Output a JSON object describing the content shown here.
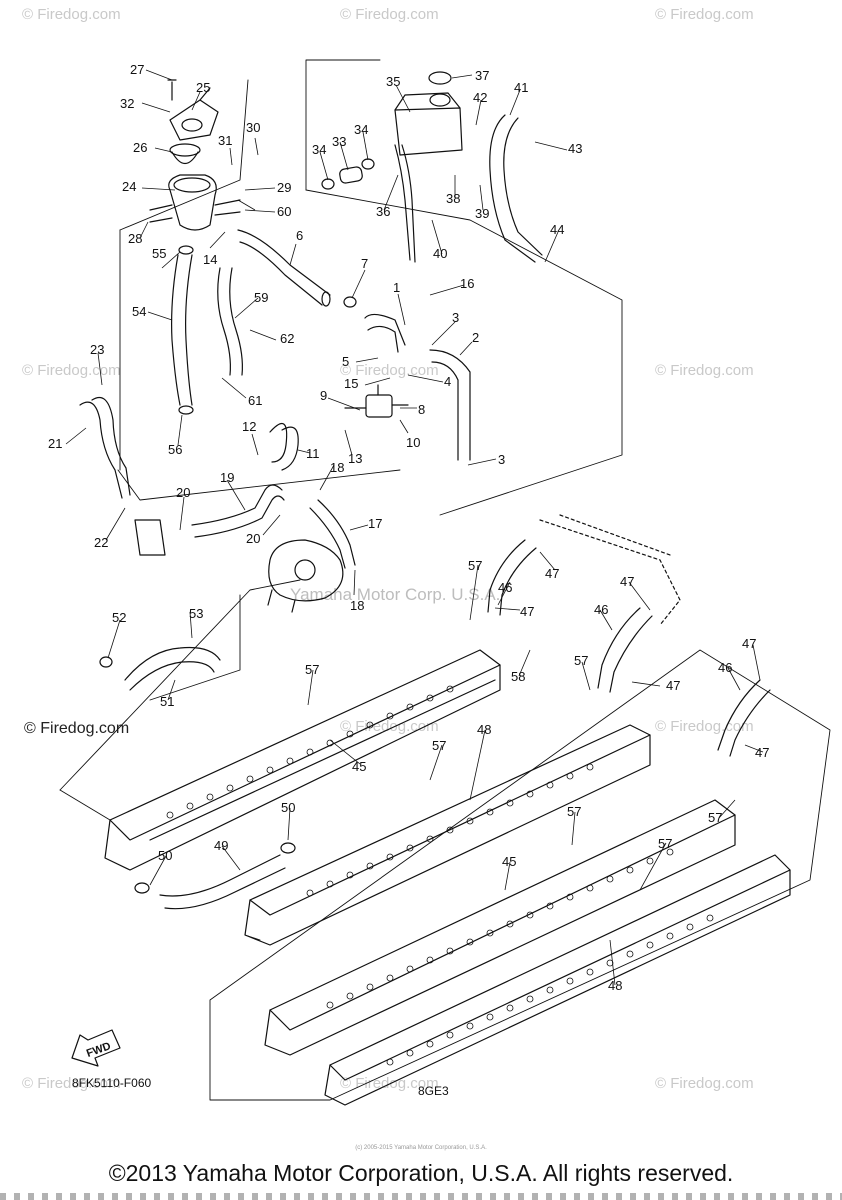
{
  "watermark_text": "© Firedog.com",
  "left_watermark": "© Firedog.com",
  "center_watermark": "Yamaha Motor Corp. U.S.A.",
  "fwd_label": "FWD",
  "diagram_code": "8FK5110-F060",
  "model_code": "8GE3",
  "tiny_print": "(c) 2005-2015 Yamaha Motor Corporation, U.S.A.",
  "copyright": "©2013 Yamaha Motor Corporation, U.S.A. All rights reserved.",
  "callouts": [
    "1",
    "2",
    "3",
    "4",
    "5",
    "6",
    "7",
    "8",
    "9",
    "10",
    "11",
    "12",
    "13",
    "14",
    "15",
    "16",
    "17",
    "18",
    "19",
    "20",
    "21",
    "22",
    "23",
    "24",
    "25",
    "26",
    "27",
    "28",
    "29",
    "30",
    "31",
    "32",
    "33",
    "34",
    "35",
    "36",
    "37",
    "38",
    "39",
    "40",
    "41",
    "42",
    "43",
    "44",
    "45",
    "46",
    "47",
    "48",
    "49",
    "50",
    "51",
    "52",
    "53",
    "54",
    "55",
    "56",
    "57",
    "58",
    "59",
    "60",
    "61",
    "62"
  ],
  "colors": {
    "ink": "#111111",
    "watermark": "#c9c9c9"
  }
}
